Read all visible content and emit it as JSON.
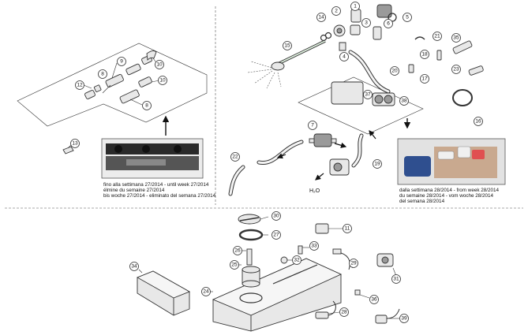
{
  "caption_left": [
    "fino alla settimana 27/2014 - until week 27/2014",
    "élmine du semaine 27/2014",
    "bis woche 27/2014 - eliminato del semana 27/2014"
  ],
  "caption_right": [
    "dalla settimana 28/2014 - from week 28/2014",
    "du semaine 28/2014 - vom woche 28/2014",
    "del semana 28/2014"
  ],
  "h2o_label": "H₂O",
  "callouts": {
    "c1": "1",
    "c2": "2",
    "c3": "3",
    "c4": "4",
    "c5": "5",
    "c6": "6",
    "c7": "7",
    "c8a": "8",
    "c8b": "8",
    "c9": "9",
    "c10a": "10",
    "c10b": "10",
    "c11": "11",
    "c12": "12",
    "c13": "13",
    "c14": "14",
    "c15": "15",
    "c16": "16",
    "c17": "17",
    "c18": "18",
    "c19": "19",
    "c20": "20",
    "c21": "21",
    "c22": "22",
    "c23": "23",
    "c24": "24",
    "c25": "25",
    "c26": "26",
    "c27": "27",
    "c28": "28",
    "c29": "29",
    "c30": "30",
    "c31": "31",
    "c32": "32",
    "c33": "33",
    "c34": "34",
    "c35": "35",
    "c36": "36",
    "c37": "37",
    "c38": "38",
    "c39": "39"
  }
}
